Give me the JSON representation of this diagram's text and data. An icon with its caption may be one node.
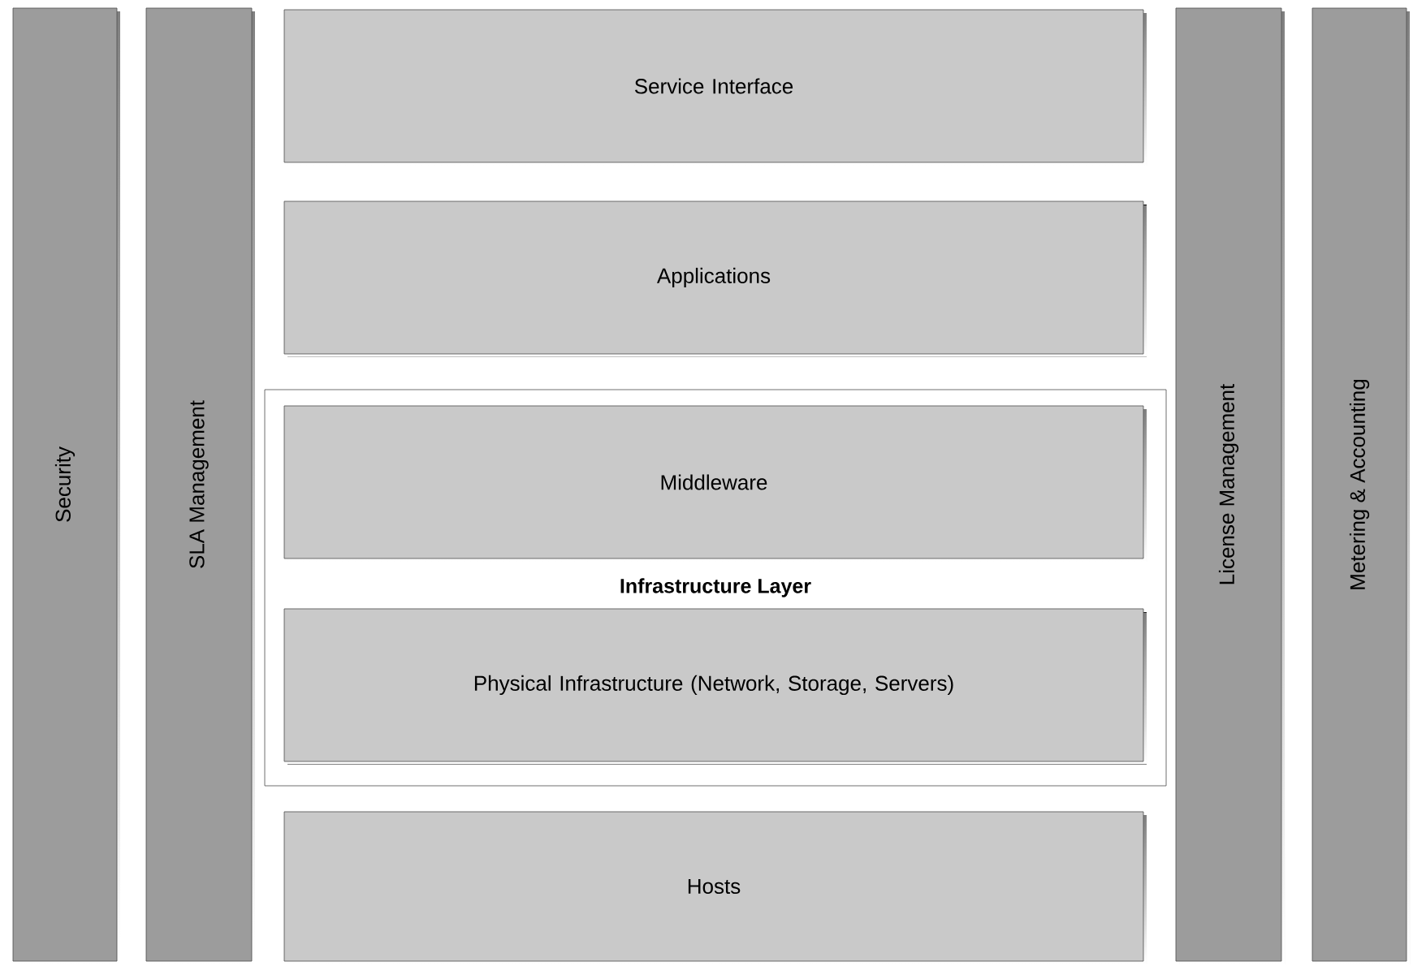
{
  "diagram": {
    "nodes": [
      {
        "text": [
          "Security"
        ]
      },
      {
        "text": [
          "SLA Management"
        ]
      },
      {
        "text": [
          "Service Interface"
        ]
      },
      {
        "text": [
          "Applications"
        ]
      },
      {
        "text": [
          "Infrastructure Layer"
        ]
      },
      {
        "text": [
          "Middleware"
        ],
        "in": 4
      },
      {
        "text": [
          "Physical Infrastructure (Network, Storage, Servers)"
        ],
        "in": 4
      },
      {
        "text": [
          "Hosts"
        ]
      },
      {
        "text": [
          "License Management"
        ]
      },
      {
        "text": [
          "Metering & Accounting"
        ]
      }
    ]
  }
}
